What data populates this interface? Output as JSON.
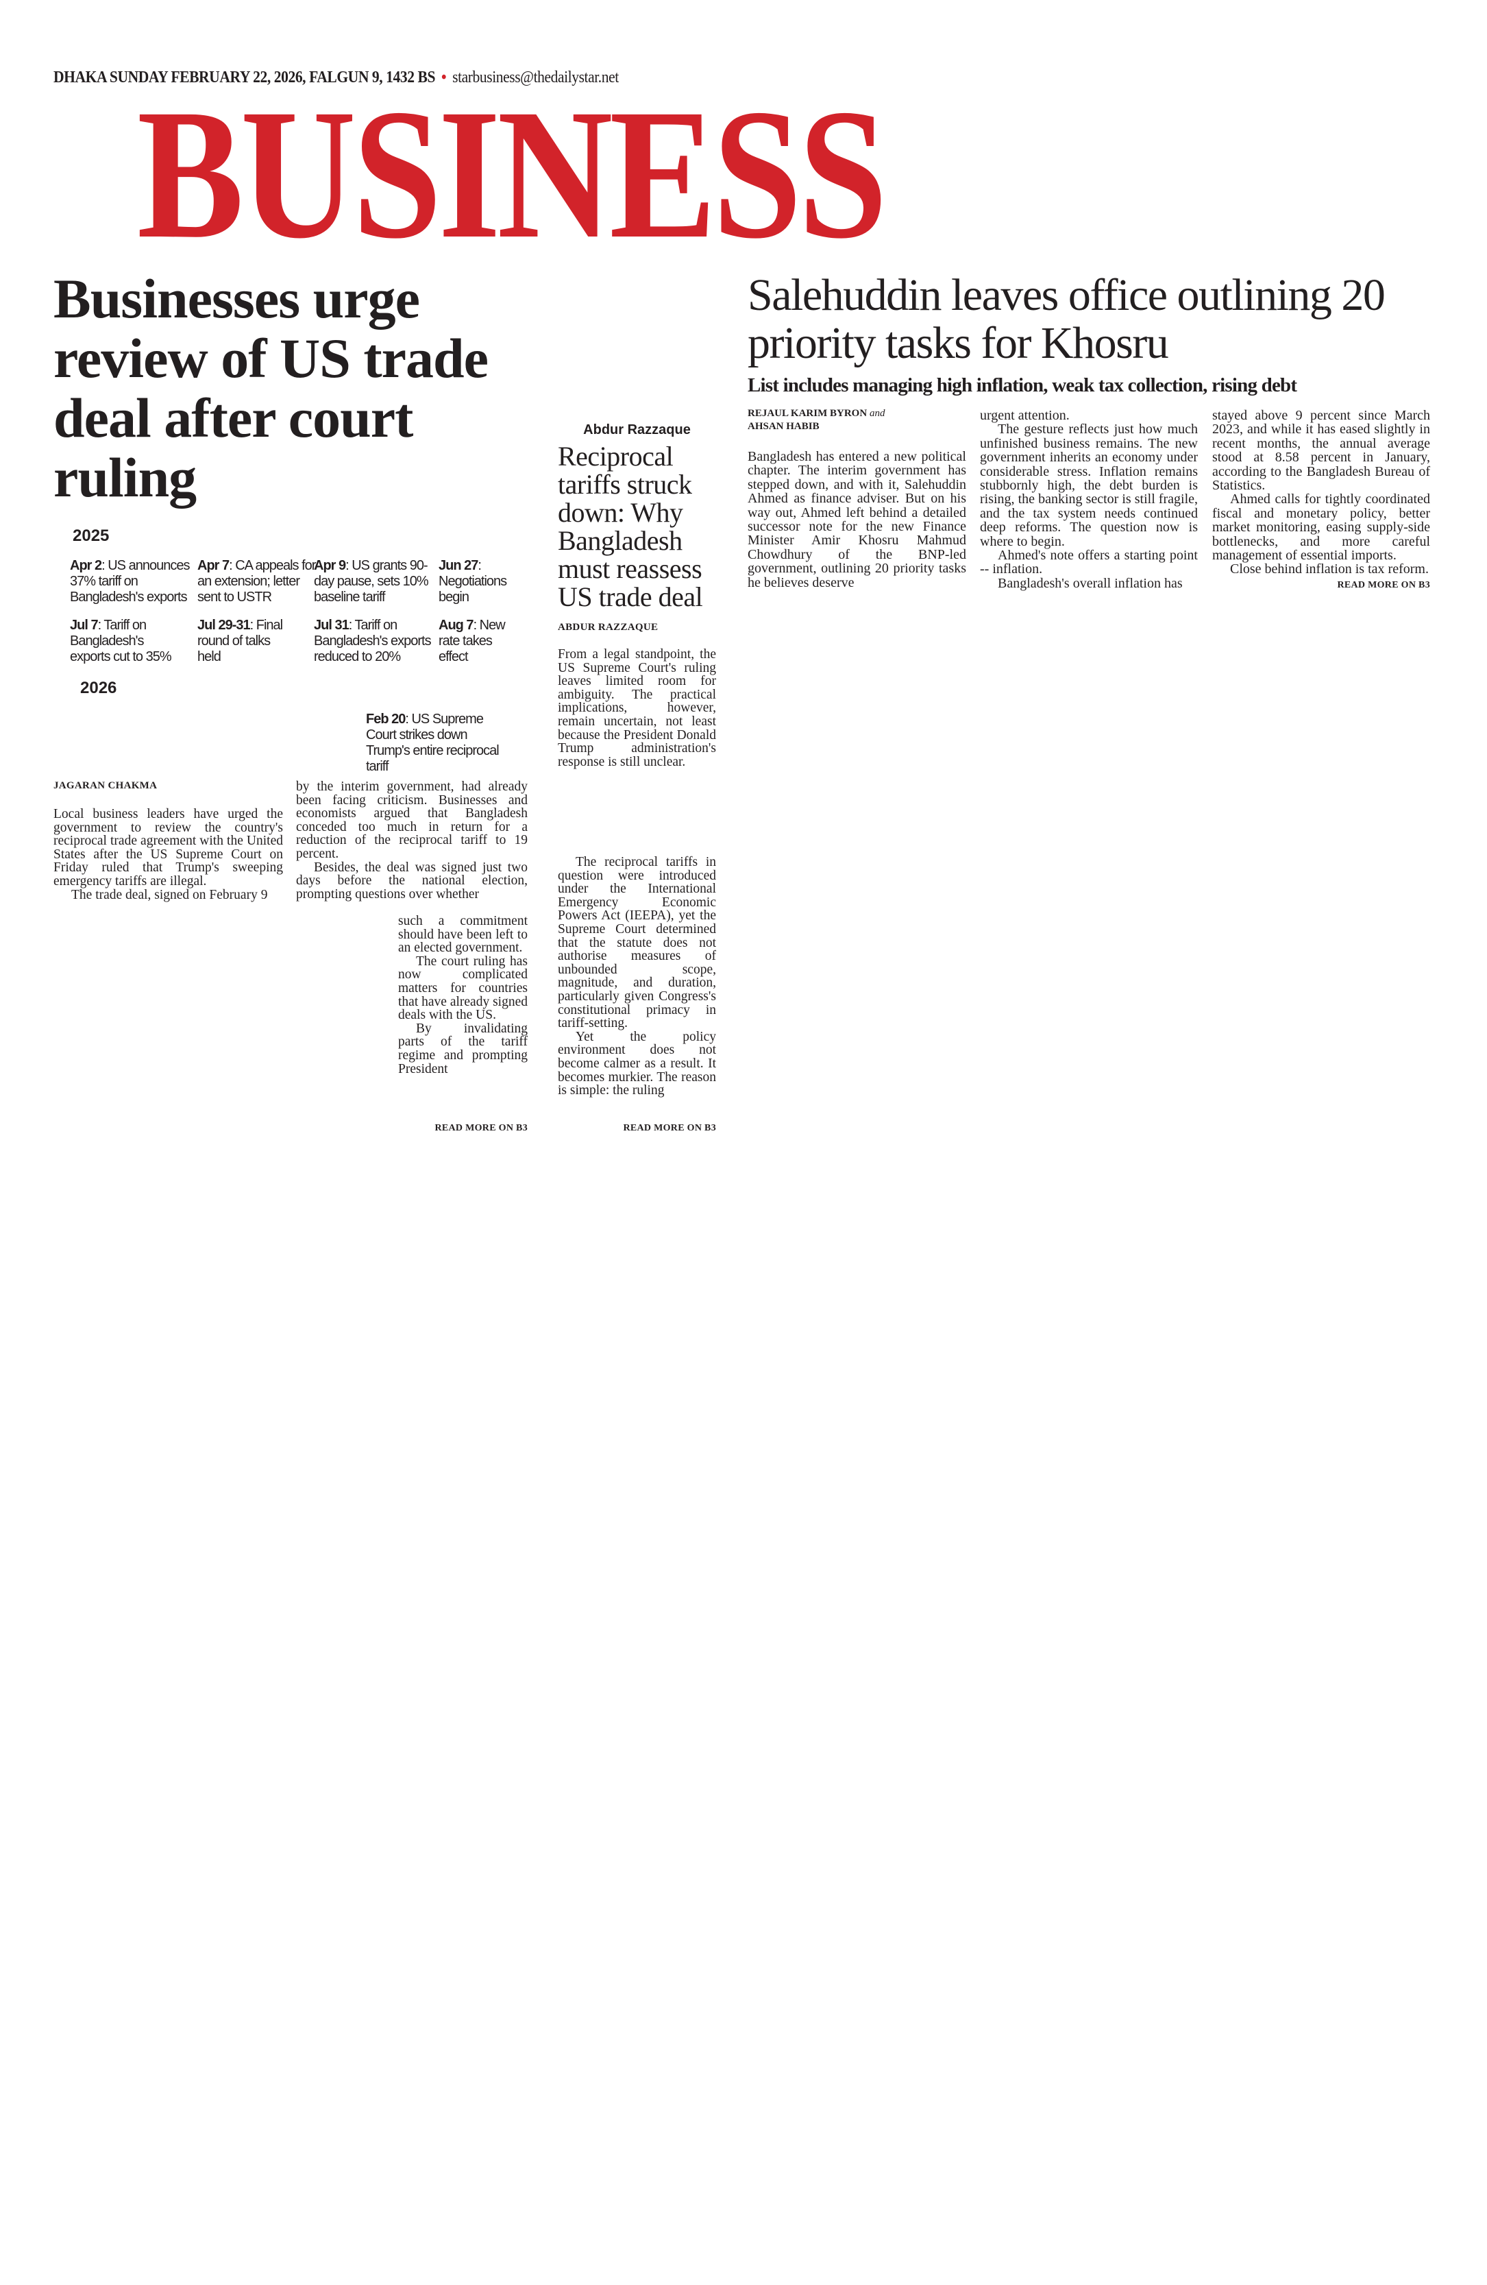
{
  "header": {
    "dateline": "DHAKA SUNDAY FEBRUARY 22, 2026, FALGUN 9, 1432 BS",
    "separator": "•",
    "email": "starbusiness@thedailystar.net",
    "section": "BUSINESS",
    "accent_color": "#d2232a"
  },
  "lead": {
    "headline": "Businesses urge review of US trade deal after court ruling",
    "timeline": {
      "year1": "2025",
      "year2": "2026",
      "items": [
        {
          "date": "Apr 2",
          "text": ": US announces 37% tariff on Bangladesh's exports"
        },
        {
          "date": "Apr 7",
          "text": ": CA appeals for an extension; letter sent to USTR"
        },
        {
          "date": "Apr 9",
          "text": ": US grants 90-day pause, sets 10% baseline tariff"
        },
        {
          "date": "Jun 27",
          "text": ": Negotiations begin"
        },
        {
          "date": "Jul 7",
          "text": ": Tariff on Bangladesh's exports cut to 35%"
        },
        {
          "date": "Jul 29-31",
          "text": ": Final round of talks held"
        },
        {
          "date": "Jul 31",
          "text": ": Tariff on Bangladesh's exports reduced to 20%"
        },
        {
          "date": "Aug 7",
          "text": ": New rate takes effect"
        },
        {
          "date": "Feb 20",
          "text": ": US Supreme Court strikes down Trump's entire reciprocal tariff"
        }
      ]
    },
    "byline": "JAGARAN CHAKMA",
    "col1": [
      "Local business leaders have urged the government to review the country's reciprocal trade agreement with the United States after the US Supreme Court on Friday ruled that Trump's sweeping emergency tariffs are illegal.",
      "The trade deal, signed on February 9"
    ],
    "col2a": [
      "by the interim government, had already been facing criticism. Businesses and economists argued that Bangladesh conceded too much in return for a reduction of the reciprocal tariff to 19 percent.",
      "Besides, the deal was signed just two days before the national election, prompting questions over whether"
    ],
    "col2b": [
      "such a commitment should have been left to an elected government.",
      "The court ruling has now complicated matters for countries that have already signed deals with the US.",
      "By invalidating parts of the tariff regime and prompting President"
    ],
    "read_more": "READ MORE ON B3"
  },
  "opinion": {
    "kicker": "Abdur Razzaque",
    "headline": "Reciprocal tariffs struck down: Why Bangladesh must reassess US trade deal",
    "byline": "ABDUR RAZZAQUE",
    "body1": [
      "From a legal standpoint, the US Supreme Court's ruling leaves limited room for ambiguity. The practical implications, however, remain uncertain, not least because the President Donald Trump administration's response is still unclear."
    ],
    "body2": [
      "The reciprocal tariffs in question were introduced under the International Emergency Economic Powers Act (IEEPA), yet the Supreme Court determined that the statute does not authorise measures of unbounded scope, magnitude, and duration, particularly given Congress's constitutional primacy in tariff-setting.",
      "Yet the policy environment does not become calmer as a result. It becomes murkier. The reason is simple: the ruling"
    ],
    "read_more": "READ MORE ON B3"
  },
  "right": {
    "headline": "Salehuddin leaves office outlining 20 priority tasks for Khosru",
    "subhead": "List includes managing high inflation, weak tax collection, rising debt",
    "byline_1": "REJAUL KARIM BYRON",
    "byline_and": "and",
    "byline_2": "AHSAN HABIB",
    "col1": [
      "Bangladesh has entered a new political chapter. The interim government has stepped down, and with it, Salehuddin Ahmed as finance adviser. But on his way out, Ahmed left behind a detailed successor note for the new Finance Minister Amir Khosru Mahmud Chowdhury of the BNP-led government, outlining 20 priority tasks he believes deserve"
    ],
    "col2": [
      "urgent attention.",
      "The gesture reflects just how much unfinished business remains. The new government inherits an economy under considerable stress. Inflation remains stubbornly high, the debt burden is rising, the banking sector is still fragile, and the tax system needs continued deep reforms. The question now is where to begin.",
      "Ahmed's note offers a starting point -- inflation.",
      "Bangladesh's overall inflation has"
    ],
    "col3": [
      "stayed above 9 percent since March 2023, and while it has eased slightly in recent months, the annual average stood at 8.58 percent in January, according to the Bangladesh Bureau of Statistics.",
      "Ahmed calls for tightly coordinated fiscal and monetary policy, better market monitoring, easing supply-side bottlenecks, and more careful management of essential imports.",
      "Close behind inflation is tax reform."
    ],
    "read_more": "READ MORE ON B3"
  }
}
